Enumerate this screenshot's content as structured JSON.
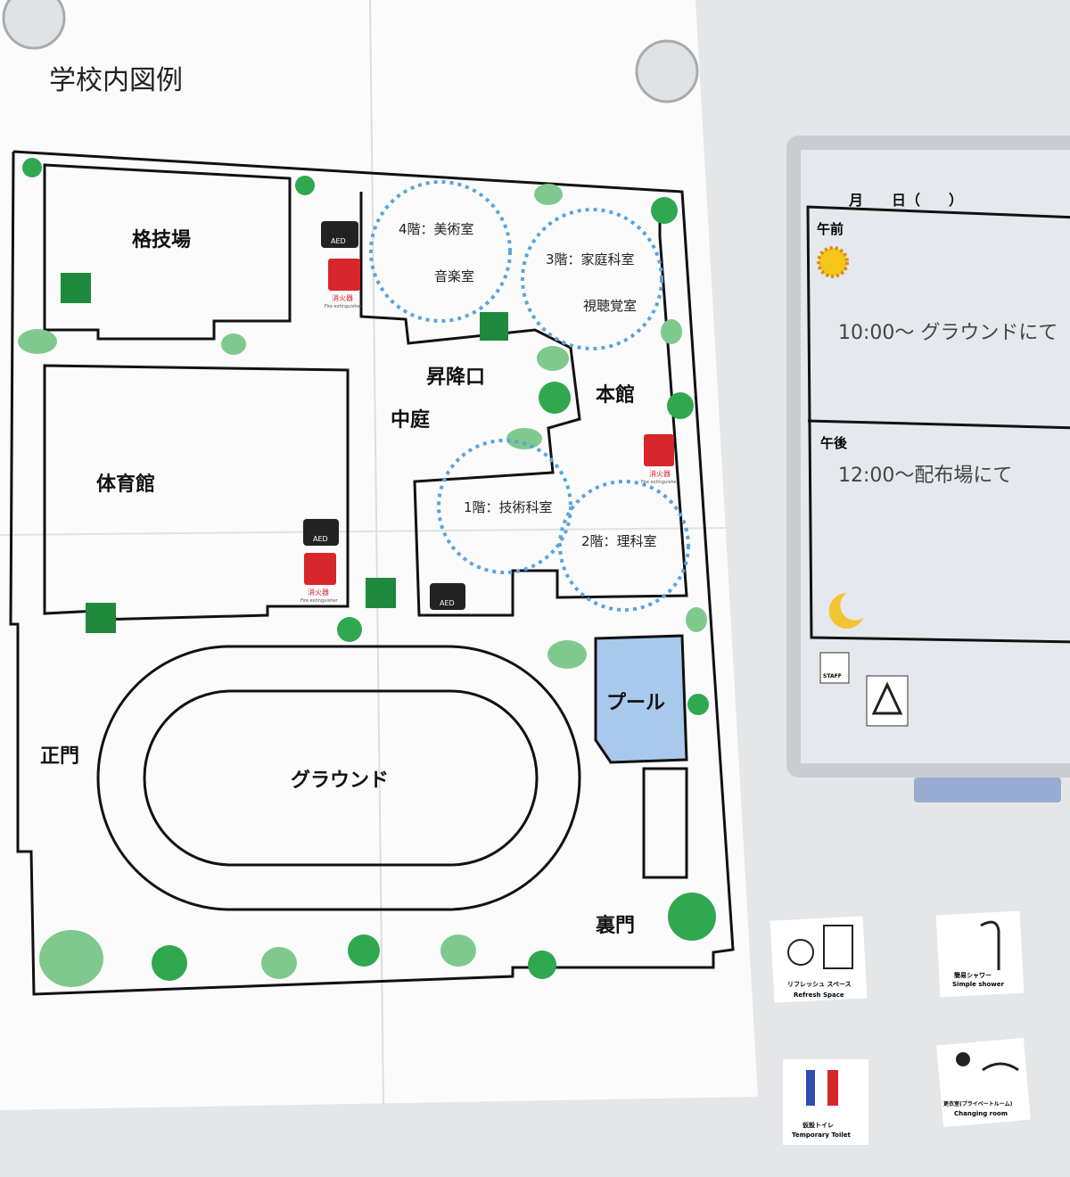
{
  "poster": {
    "title": "学校内図例",
    "areas": {
      "martial_arts_hall": "格技場",
      "gymnasium": "体育館",
      "entrance": "昇降口",
      "courtyard": "中庭",
      "main_building": "本館",
      "main_gate": "正門",
      "ground": "グラウンド",
      "pool": "プール",
      "back_gate": "裏門"
    },
    "floor_circles": [
      {
        "line1": "4階：美術室",
        "line2": "音楽室"
      },
      {
        "line1": "3階：家庭科室",
        "line2": "視聴覚室"
      },
      {
        "line1": "1階：技術科室",
        "line2": ""
      },
      {
        "line1": "2階：理科室",
        "line2": ""
      }
    ],
    "aed_label": "AED",
    "extinguisher_label": "消火器",
    "extinguisher_sub": "Fire extinguisher",
    "colors": {
      "circle": "#5aa5dc",
      "tree": "#2fa84f",
      "extinguisher": "#d7262c",
      "exit": "#1f8a3d",
      "pool": "#a9c9ec"
    }
  },
  "whiteboard": {
    "date_header": "月　　日（　　）",
    "morning_label": "午前",
    "morning_note": "10:00～ グラウンドにて",
    "afternoon_label": "午後",
    "afternoon_note": "12:00～配布場にて",
    "staff_label": "STAFF"
  },
  "cards": [
    {
      "jp": "リフレッシュ スペース",
      "en": "Refresh Space",
      "icon": "refresh-space-icon"
    },
    {
      "jp": "簡易シャワー",
      "en": "Simple shower",
      "icon": "shower-icon"
    },
    {
      "jp": "仮設トイレ",
      "en": "Temporary Toilet",
      "icon": "toilet-icon"
    },
    {
      "jp": "更衣室(プライベートルーム)",
      "en": "Changing room",
      "icon": "changing-room-icon"
    }
  ]
}
